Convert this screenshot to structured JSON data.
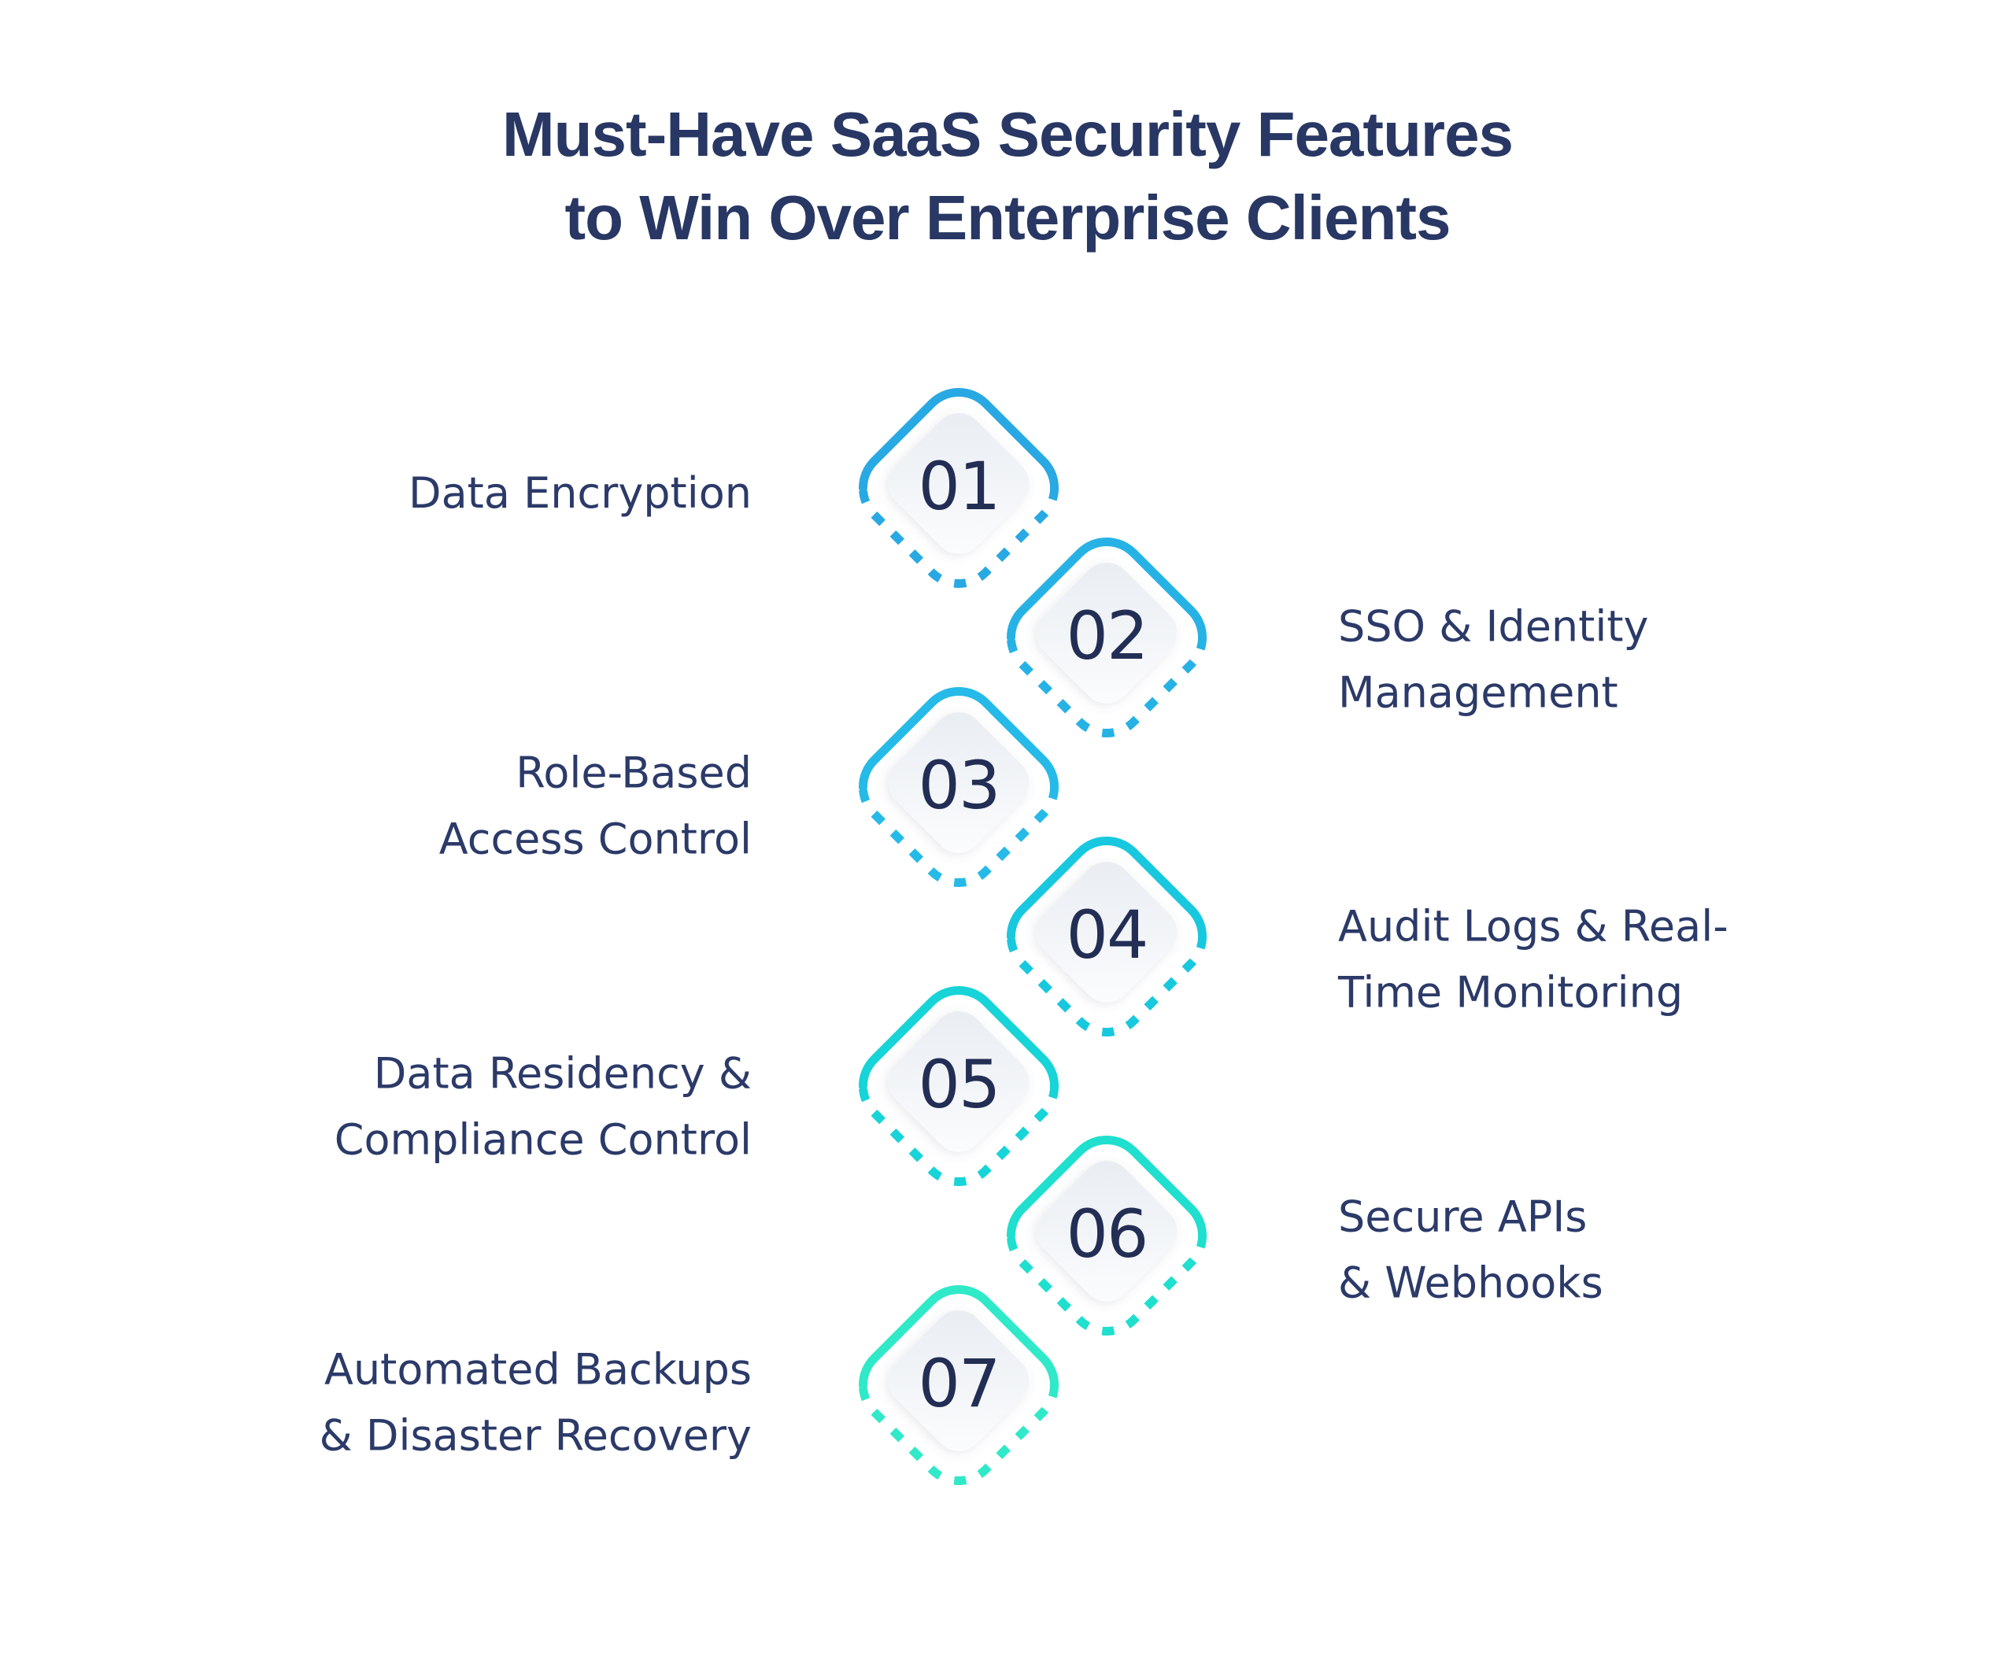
{
  "title": {
    "line1": "Must-Have SaaS Security Features",
    "line2": "to Win Over Enterprise Clients"
  },
  "colors": {
    "title_text": "#283763",
    "label_text": "#2b3a68",
    "number_text": "#232e55",
    "accent_start": "#29a9e3",
    "accent_end": "#2fe9c9"
  },
  "steps": [
    {
      "number": "01",
      "color": "#29a9e3",
      "side": "left",
      "label": "Data Encryption",
      "lines": [
        "Data Encryption"
      ]
    },
    {
      "number": "02",
      "color": "#27b2e6",
      "side": "right",
      "label": "SSO & Identity Management",
      "lines": [
        "SSO & Identity",
        "Management"
      ]
    },
    {
      "number": "03",
      "color": "#25bae8",
      "side": "left",
      "label": "Role-Based Access Control",
      "lines": [
        "Role-Based",
        "Access Control"
      ]
    },
    {
      "number": "04",
      "color": "#18c8df",
      "side": "right",
      "label": "Audit Logs & Real-Time Monitoring",
      "lines": [
        "Audit Logs & Real-",
        "Time Monitoring"
      ]
    },
    {
      "number": "05",
      "color": "#16d4d8",
      "side": "left",
      "label": "Data Residency & Compliance Control",
      "lines": [
        "Data Residency &",
        "Compliance Control"
      ]
    },
    {
      "number": "06",
      "color": "#1fdfce",
      "side": "right",
      "label": "Secure APIs & Webhooks",
      "lines": [
        "Secure APIs",
        "& Webhooks"
      ]
    },
    {
      "number": "07",
      "color": "#2fe9c9",
      "side": "left",
      "label": "Automated Backups & Disaster Recovery",
      "lines": [
        "Automated Backups",
        "& Disaster Recovery"
      ]
    }
  ]
}
